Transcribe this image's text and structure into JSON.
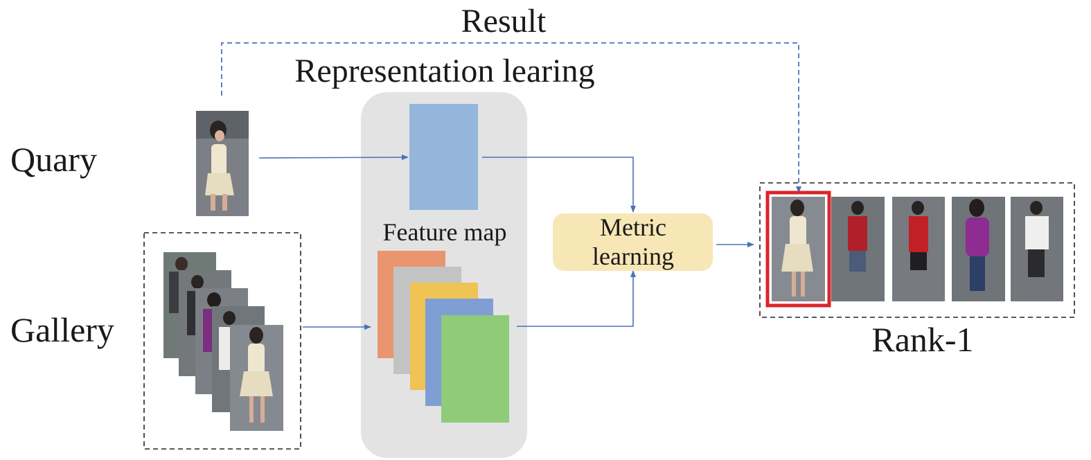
{
  "labels": {
    "result": "Result",
    "representation": "Representation learing",
    "query": "Quary",
    "gallery": "Gallery",
    "feature_map": "Feature map",
    "metric_line1": "Metric",
    "metric_line2": "learning",
    "rank": "Rank-1"
  },
  "colors": {
    "arrow": "#4a72b8",
    "panel": "#e3e3e4",
    "query_feature": "#93b6da",
    "metric_box": "#f8e7b6",
    "highlight": "#d9262b",
    "feature_stack": [
      "#e99670",
      "#c3c3c3",
      "#efc354",
      "#7f9fd4",
      "#8fcb79"
    ]
  },
  "icons": {
    "query_image": "person-photo-icon",
    "gallery_images": "person-photo-icon",
    "ranked_results": "person-photo-icon"
  }
}
